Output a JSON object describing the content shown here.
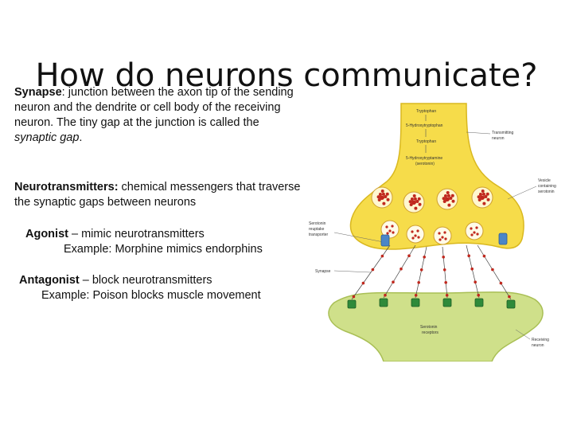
{
  "slide": {
    "title": "How do neurons communicate?",
    "synapse": {
      "term": "Synapse",
      "sep": ":",
      "text": " junction between the axon tip of the sending neuron and the dendrite or cell body of the receiving neuron.  The tiny gap at the junction is called the ",
      "italic": "synaptic gap",
      "end": "."
    },
    "neurotransmitters": {
      "term": "Neurotransmitters:",
      "text": "  chemical messengers that traverse the synaptic gaps between neurons"
    },
    "agonist": {
      "term": "Agonist",
      "text": " – mimic neurotransmitters",
      "example": "Example:  Morphine mimics endorphins"
    },
    "antagonist": {
      "term": "Antagonist",
      "text": " – block neurotransmitters",
      "example": "Example:  Poison blocks muscle movement"
    }
  },
  "diagram": {
    "labels": {
      "tryptophan": "Tryptophan",
      "hydroxytryptophan": "5-Hydroxytryptophan",
      "tryptophan2": "Tryptophan",
      "hydroxytryptamine": "5-Hydroxytryptamine",
      "serotonin_paren": "(serotonin)",
      "transmitting_1": "Transmitting",
      "transmitting_2": "neuron",
      "vesicle_1": "Vesicle",
      "vesicle_2": "containing",
      "vesicle_3": "serotonin",
      "reuptake_1": "Serotonin",
      "reuptake_2": "reuptake",
      "reuptake_3": "transporter",
      "synapse": "Synapse",
      "receptors_1": "Serotonin",
      "receptors_2": "receptors",
      "receiving_1": "Receiving",
      "receiving_2": "neuron"
    },
    "colors": {
      "neuron_fill": "#f6dc4a",
      "neuron_stroke": "#d9b820",
      "receiving_fill": "#cfe08a",
      "vesicle_dots": "#c0281e",
      "transporter": "#4a86c8",
      "receptor": "#2f8a3a"
    }
  }
}
